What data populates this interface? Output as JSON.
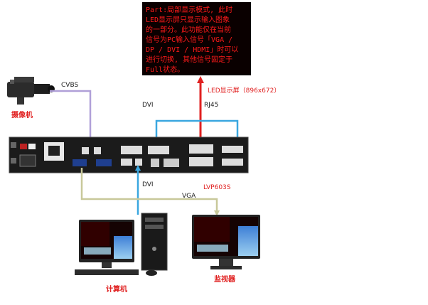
{
  "led_screen": {
    "lines": [
      "Part:局部显示模式, 此时",
      "LED显示屏只显示输入图象",
      "的一部分。此功能仅在当前",
      "信号为PC输入信号「VGA /",
      "DP / DVI / HDMI」时可以",
      "进行切换, 其他信号固定于",
      "Full状态。"
    ],
    "caption": "LED显示屏（896x672）",
    "bg": "#0a0000",
    "text_color": "#ff1a1a"
  },
  "labels": {
    "cvbs": "CVBS",
    "camera": "摄像机",
    "dvi_top": "DVI",
    "rj45": "RJ45",
    "dvi_bottom": "DVI",
    "vga": "VGA",
    "device": "LVP603S",
    "computer": "计算机",
    "monitor": "监视器"
  },
  "colors": {
    "cvbs_line": "#b0a0d8",
    "dvi_line": "#3aa7e0",
    "rj45_line": "#e02020",
    "vga_line": "#c8c89a",
    "red_label": "#e02020"
  }
}
